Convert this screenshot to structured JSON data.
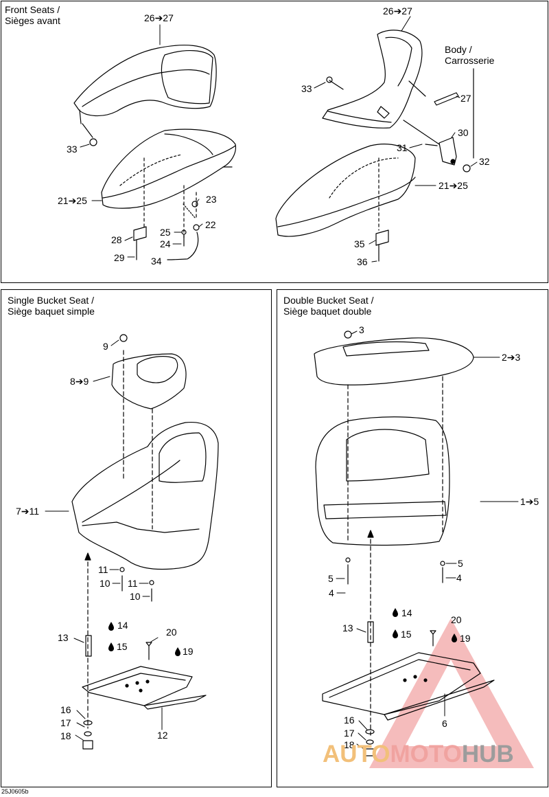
{
  "panels": {
    "front": {
      "title_line1": "Front Seats /",
      "title_line2": "Sièges avant"
    },
    "single": {
      "title_line1": "Single Bucket Seat /",
      "title_line2": "Siège baquet simple"
    },
    "double": {
      "title_line1": "Double Bucket Seat /",
      "title_line2": "Siège baquet double"
    }
  },
  "body_label": {
    "line1": "Body /",
    "line2": "Carrosserie"
  },
  "callouts": {
    "front_left": [
      "26➔27",
      "33",
      "21➔25",
      "23",
      "22",
      "25",
      "24",
      "28",
      "29",
      "34"
    ],
    "front_right": [
      "26➔27",
      "33",
      "27",
      "30",
      "31",
      "32",
      "21➔25",
      "35",
      "36"
    ],
    "single": [
      "9",
      "8➔9",
      "7➔11",
      "11",
      "10",
      "11",
      "10",
      "13",
      "14",
      "15",
      "20",
      "19",
      "16",
      "17",
      "18",
      "12"
    ],
    "double": [
      "3",
      "2➔3",
      "1➔5",
      "5",
      "4",
      "5",
      "4",
      "13",
      "14",
      "15",
      "20",
      "19",
      "6",
      "16",
      "17",
      "18"
    ]
  },
  "drawing_code": "25J0605b",
  "watermark": {
    "part1": "AUTO",
    "part2": "MOTO",
    "part3": "HUB"
  }
}
